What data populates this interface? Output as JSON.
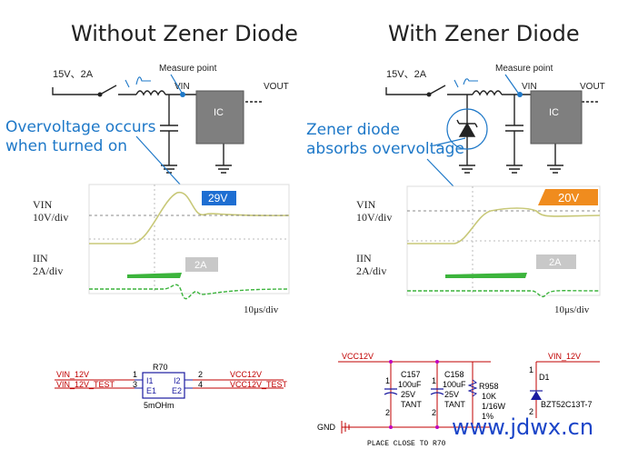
{
  "left_panel": {
    "title": "Without Zener Diode",
    "source_label": "15V、2A",
    "measure_label": "Measure point",
    "vin_label": "VIN",
    "vout_label": "VOUT",
    "ic_label": "IC",
    "note_line1": "Overvoltage occurs",
    "note_line2": "when turned on",
    "scope": {
      "vin_line1": "VIN",
      "vin_line2": "10V/div",
      "iin_line1": "IIN",
      "iin_line2": "2A/div",
      "vin_badge": "29V",
      "iin_badge": "2A",
      "timebase": "10μs/div"
    }
  },
  "right_panel": {
    "title": "With Zener Diode",
    "source_label": "15V、2A",
    "measure_label": "Measure point",
    "vin_label": "VIN",
    "vout_label": "VOUT",
    "ic_label": "IC",
    "note_line1": "Zener diode",
    "note_line2": "absorbs overvoltage",
    "scope": {
      "vin_line1": "VIN",
      "vin_line2": "10V/div",
      "iin_line1": "IIN",
      "iin_line2": "2A/div",
      "vin_badge": "20V",
      "iin_badge": "2A",
      "timebase": "10μs/div"
    }
  },
  "schematic_left": {
    "ref": "R70",
    "value": "5mOHm",
    "net_in1": "VIN_12V",
    "net_in2": "VIN_12V_TEST",
    "net_out1": "VCC12V",
    "net_out2": "VCC12V_TEST",
    "pin1": "1",
    "pin2": "2",
    "pin3": "3",
    "pin4": "4",
    "i1": "I1",
    "i2": "I2",
    "e1": "E1",
    "e2": "E2"
  },
  "schematic_right": {
    "net_vcc": "VCC12V",
    "net_vin": "VIN_12V",
    "net_gnd": "GND",
    "footer": "PLACE CLOSE TO R70",
    "c157": {
      "ref": "C157",
      "value": "100uF",
      "voltage": "25V",
      "type": "TANT"
    },
    "c158": {
      "ref": "C158",
      "value": "100uF",
      "voltage": "25V",
      "type": "TANT"
    },
    "r958": {
      "ref": "R958",
      "value": "10K",
      "power": "1/16W",
      "tol": "1%"
    },
    "d1": {
      "ref": "D1",
      "part": "BZT52C13T-7"
    },
    "pin1": "1",
    "pin2": "2"
  },
  "watermark": "www.jdwx.cn",
  "colors": {
    "note_blue": "#1e78c8",
    "ic_gray": "#7f7f7f",
    "vin_trace": "#c8c878",
    "iin_trace": "#3cb43c",
    "badge_blue": "#1e6ed2",
    "badge_orange": "#f08c1e",
    "badge_gray": "#c8c8c8",
    "schematic_red": "#c00000",
    "watermark_blue": "#1a44c8"
  }
}
